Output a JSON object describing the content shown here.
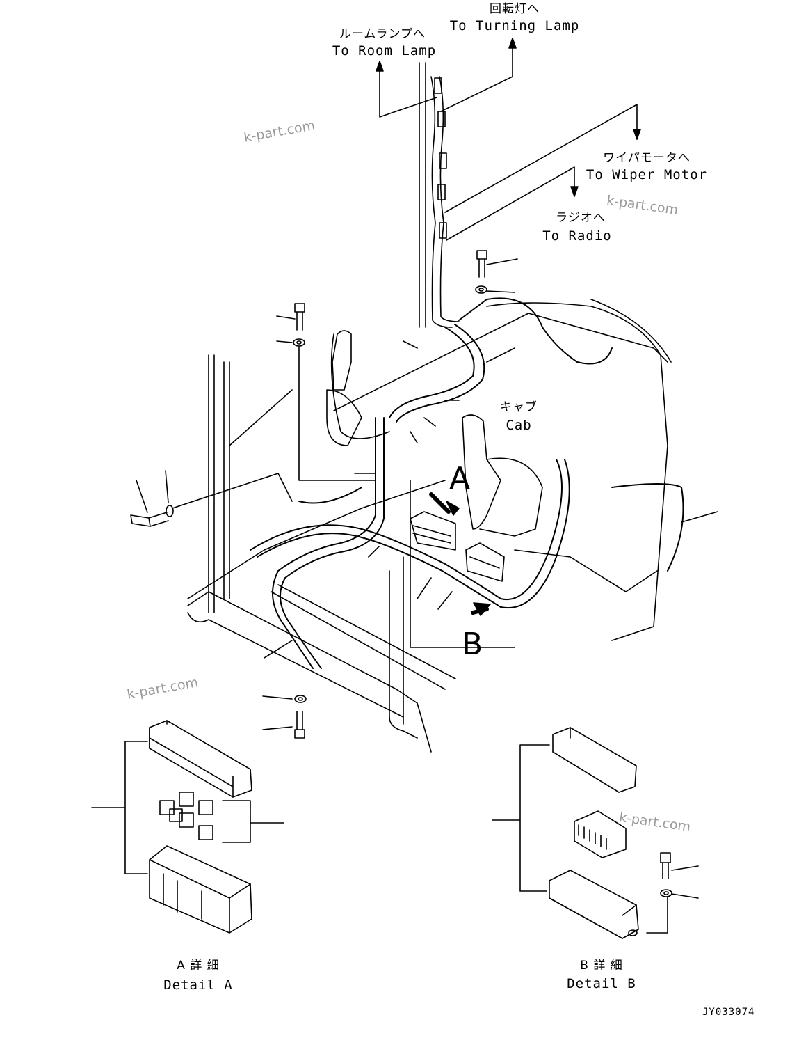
{
  "callouts": {
    "turning_lamp": {
      "jp": "回転灯へ",
      "en": "To Turning Lamp"
    },
    "room_lamp": {
      "jp": "ルームランプへ",
      "en": "To Room Lamp"
    },
    "wiper_motor": {
      "jp": "ワイパモータへ",
      "en": "To Wiper Motor"
    },
    "radio": {
      "jp": "ラジオへ",
      "en": "To Radio"
    },
    "cab": {
      "jp": "キャブ",
      "en": "Cab"
    }
  },
  "markers": {
    "a": "A",
    "b": "B"
  },
  "details": {
    "a": {
      "jp": "A 詳 細",
      "en": "Detail A"
    },
    "b": {
      "jp": "B 詳 細",
      "en": "Detail B"
    }
  },
  "watermarks": [
    "k-part.com",
    "k-part.com",
    "k-part.com",
    "k-part.com"
  ],
  "drawing_code": "JY033074"
}
